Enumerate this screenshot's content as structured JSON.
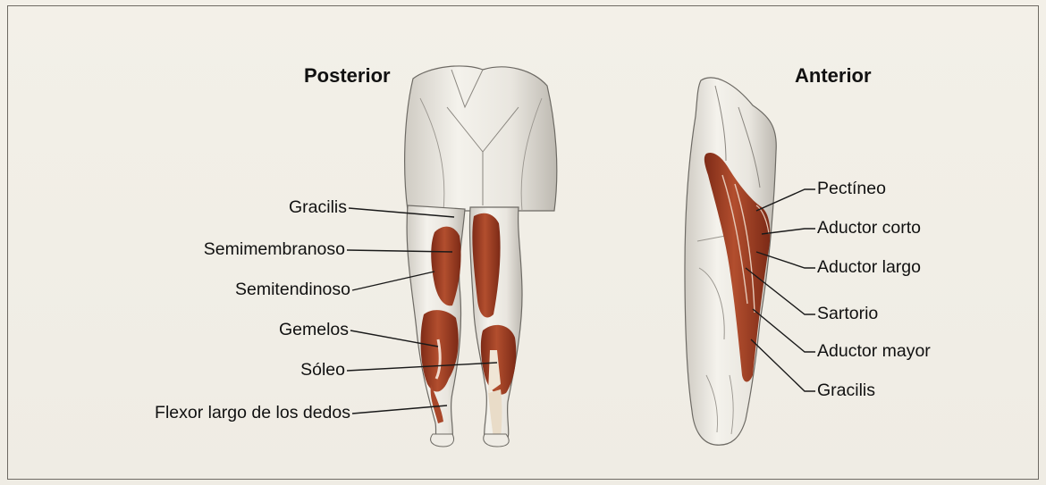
{
  "views": {
    "posterior": {
      "title": "Posterior",
      "labels": [
        "Gracilis",
        "Semimembranoso",
        "Semitendinoso",
        "Gemelos",
        "Sóleo",
        "Flexor largo de los dedos"
      ]
    },
    "anterior": {
      "title": "Anterior",
      "labels": [
        "Pectíneo",
        "Aductor corto",
        "Aductor largo",
        "Sartorio",
        "Aductor mayor",
        "Gracilis"
      ]
    }
  },
  "colors": {
    "background": "#f1eee6",
    "muscle_highlight": "#9c3e24",
    "skin_sketch": "#ece9e2",
    "leader_line": "#1a1a1a",
    "frame": "#6e6a63"
  }
}
